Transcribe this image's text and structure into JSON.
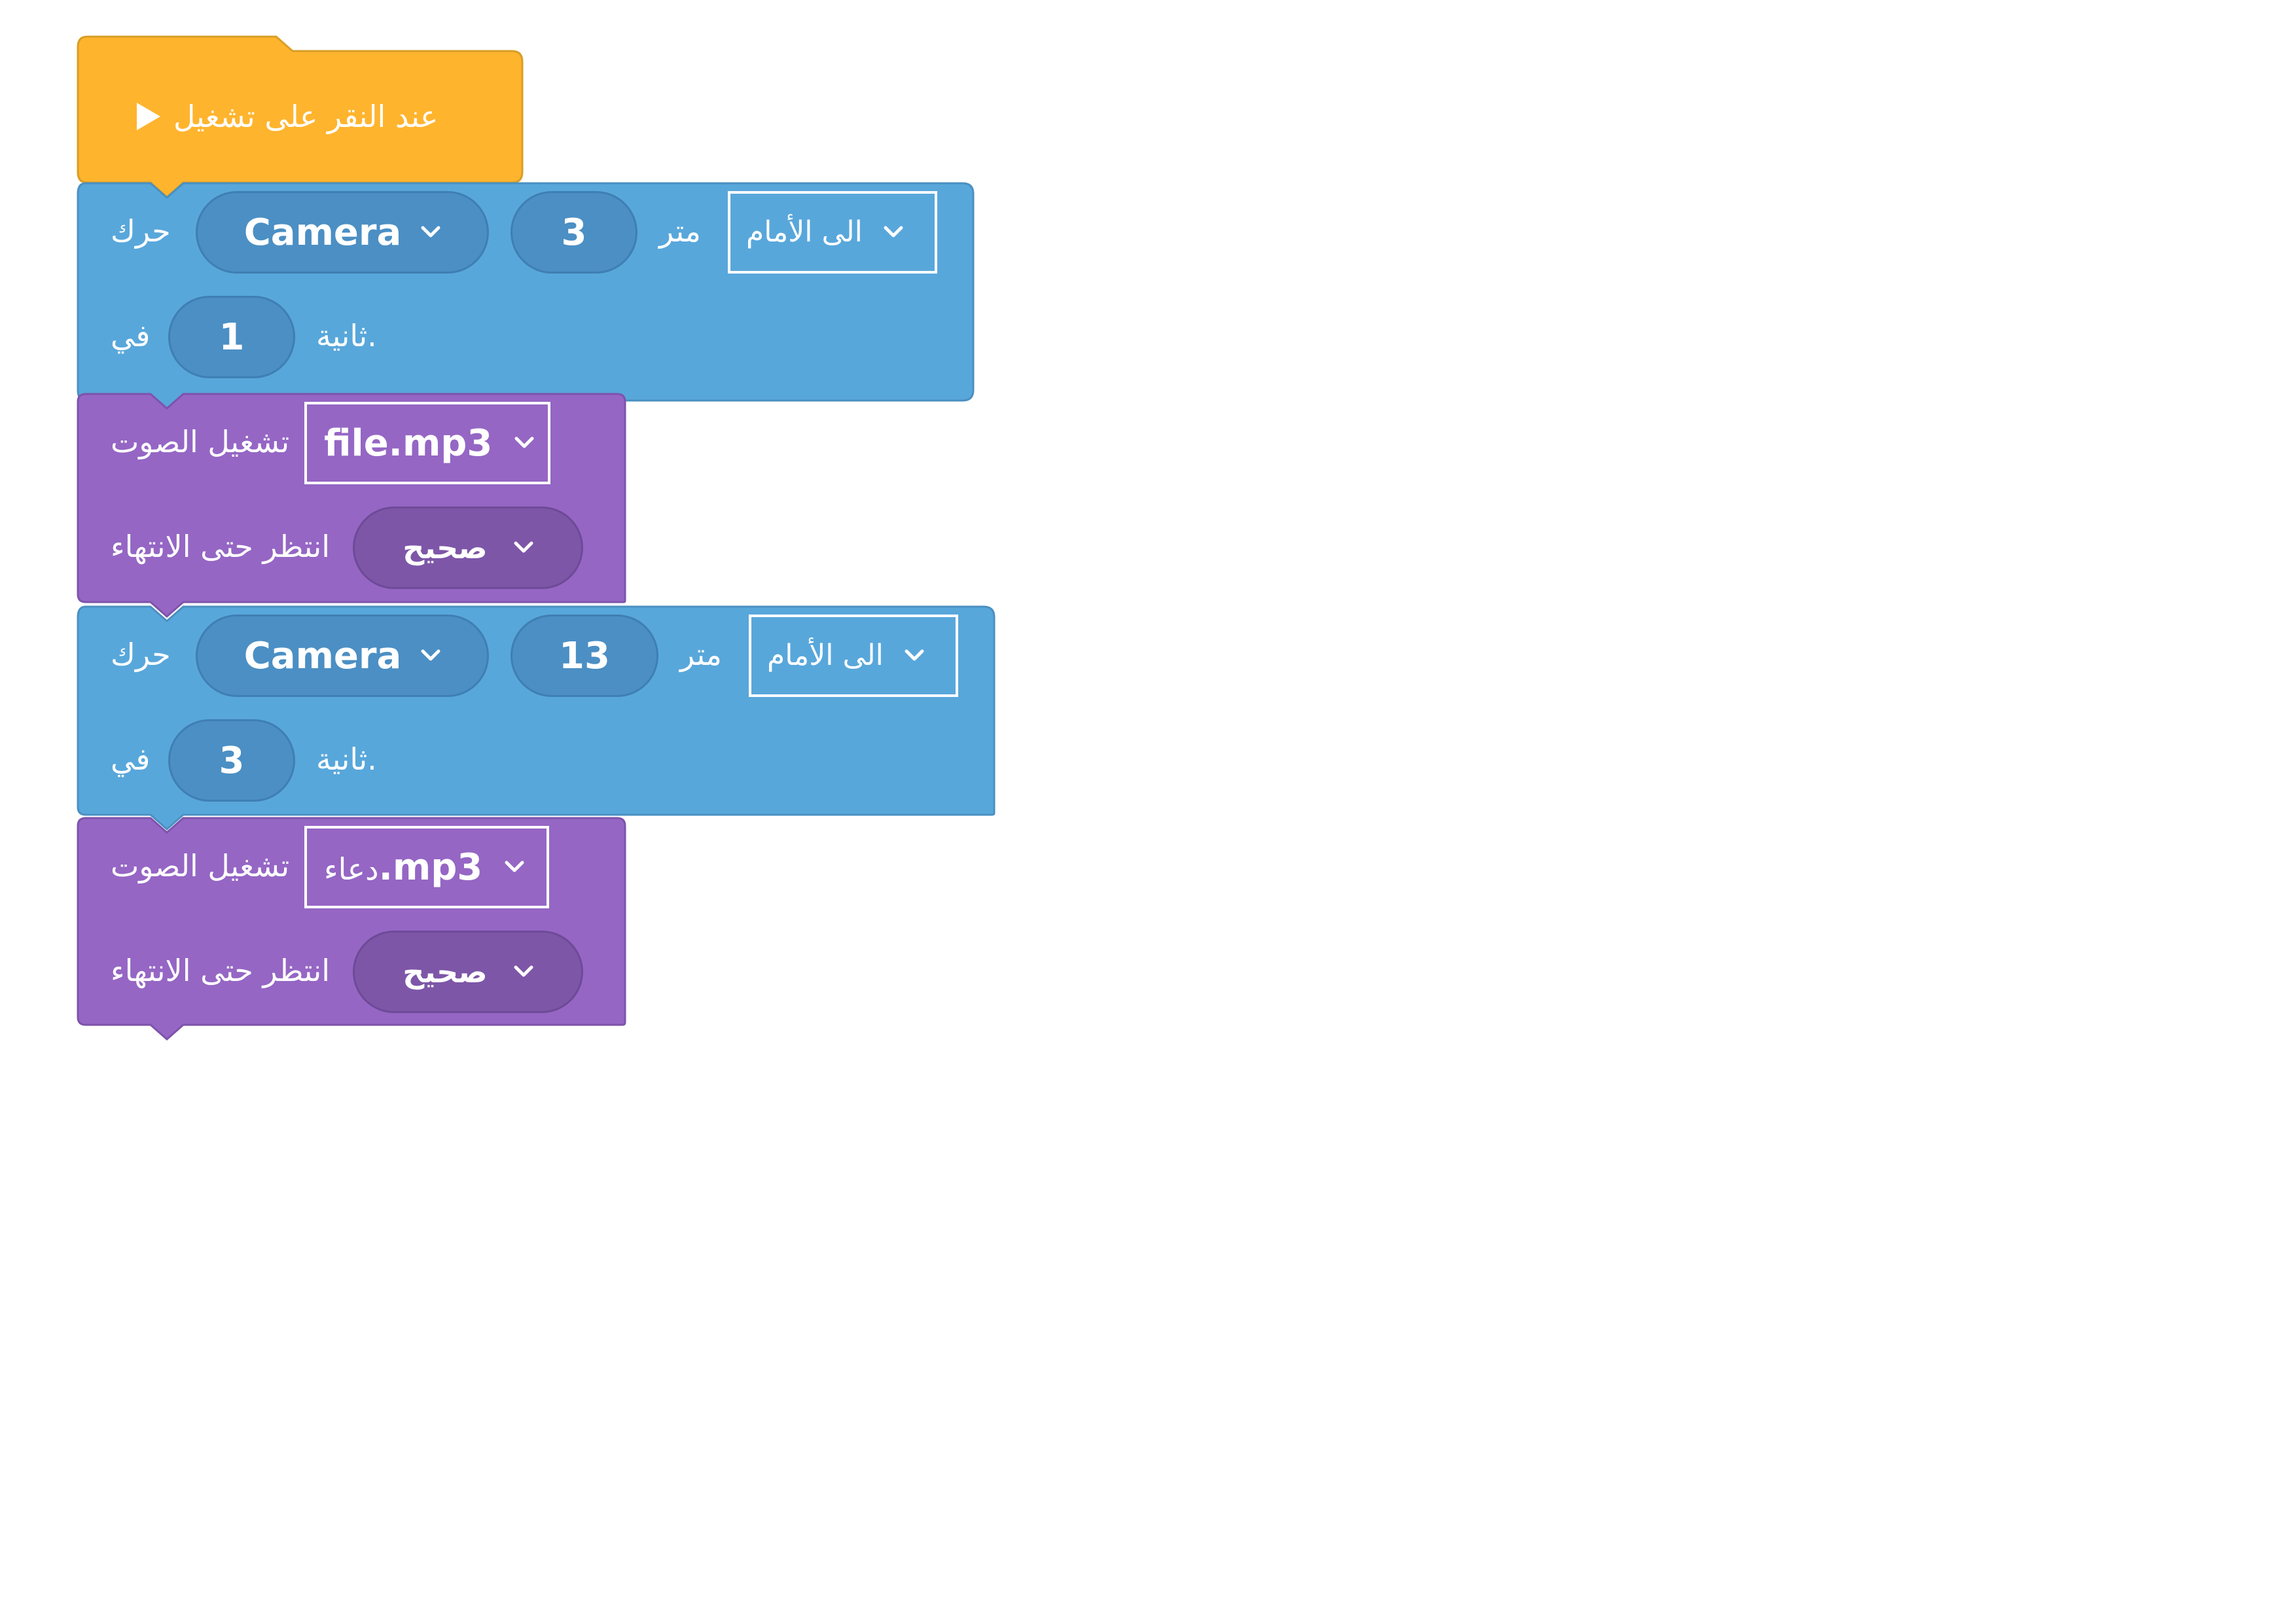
{
  "event_block": {
    "label": "عند النقر على تشغيل",
    "icon": "play-icon",
    "color": "#ffb42e"
  },
  "program": [
    {
      "type": "move",
      "color": "#58a7db",
      "verb": "حرك",
      "object": "Camera",
      "distance": "3",
      "unit": "متر",
      "direction": "الى الأمام",
      "in_word": "في",
      "duration": "1",
      "seconds_word": "ثانية."
    },
    {
      "type": "sound",
      "color": "#9566c4",
      "verb": "تشغيل الصوت",
      "file": "file.mp3",
      "wait_label": "انتظر حتى الانتهاء",
      "wait_value": "صحيح"
    },
    {
      "type": "move",
      "color": "#58a7db",
      "verb": "حرك",
      "object": "Camera",
      "distance": "13",
      "unit": "متر",
      "direction": "الى الأمام",
      "in_word": "في",
      "duration": "3",
      "seconds_word": "ثانية."
    },
    {
      "type": "sound",
      "color": "#9566c4",
      "verb": "تشغيل الصوت",
      "file_prefix": "دعاء",
      "file_ext": ".mp3",
      "wait_label": "انتظر حتى الانتهاء",
      "wait_value": "صحيح"
    }
  ]
}
